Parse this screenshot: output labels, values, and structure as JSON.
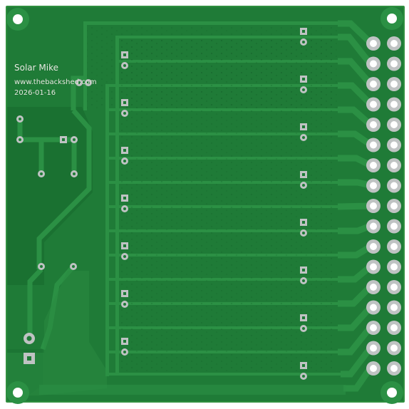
{
  "board": {
    "title": "Solar Mike",
    "url": "www.thebackshed.com",
    "date": "2026-01-16"
  },
  "colors": {
    "board_edge": "#2f8f3f",
    "copper_fill": "#1d7a36",
    "copper_dark": "#176b2e",
    "trace": "#2b9044",
    "pad_silver": "#bfc3c3",
    "hole": "#ffffff",
    "silk": "#e8f0e4"
  },
  "icons": {
    "mounting_hole": "mounting-hole-icon",
    "round_pad": "round-pad-icon",
    "square_pad": "square-pad-icon",
    "header_pin": "header-pin-icon"
  }
}
